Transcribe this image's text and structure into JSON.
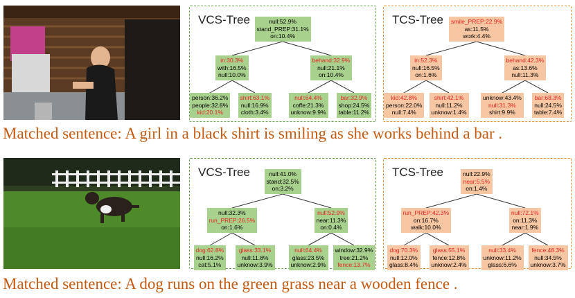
{
  "rows": [
    {
      "caption": "Matched sentence: A girl in a black shirt is smiling as she works behind a bar .",
      "vcs": {
        "title": "VCS-Tree",
        "root": [
          "null:52.9%",
          "stand_PREP:31.1%",
          "on:10.4%"
        ],
        "left": [
          "in:30.3%",
          "with:16.5%",
          "null:10.0%"
        ],
        "right": [
          "behand:32.9%",
          "null:21.1%",
          "on:10.4%"
        ],
        "ll": [
          "person:36.2%",
          "people:32.8%",
          "kid:20.1%"
        ],
        "lr": [
          "shirt:63.1%",
          "null:16.9%",
          "cloth:3.4%"
        ],
        "rl": [
          "null:64.4%",
          "coffe:21.3%",
          "unknow:9.9%"
        ],
        "rr": [
          "bar:32.9%",
          "shop:24.5%",
          "table:11.2%"
        ]
      },
      "tcs": {
        "title": "TCS-Tree",
        "root": [
          "smile_PREP:22.9%",
          "as:11.5%",
          "work:4.4%"
        ],
        "left": [
          "in:52.3%",
          "null:16.5%",
          "on:1.6%"
        ],
        "right": [
          "behand:42.3%",
          "as:13.6%",
          "null:11.3%"
        ],
        "ll": [
          "kid:42.8%",
          "person:22.0%",
          "null:7.4%"
        ],
        "lr": [
          "shirt:42.1%",
          "null:11.2%",
          "unknow:1.4%"
        ],
        "rl": [
          "unknow:43.4%",
          "null:31.3%",
          "shirt:9.9%"
        ],
        "rr": [
          "bar:68.3%",
          "null:24.5%",
          "table:7.4%"
        ]
      }
    },
    {
      "caption": "Matched sentence: A dog runs on the green grass near a wooden fence .",
      "vcs": {
        "title": "VCS-Tree",
        "root": [
          "null:41.0%",
          "stand:32.5%",
          "on:3.2%"
        ],
        "left": [
          "null:32.3%",
          "run_PREP:26.5%",
          "on:1.6%"
        ],
        "right": [
          "null:52.9%",
          "near:11.3%",
          "on:0.4%"
        ],
        "ll": [
          "dog:62.8%",
          "null:16.2%",
          "cat:5.1%"
        ],
        "lr": [
          "glass:33.1%",
          "null:11.8%",
          "unknow:3.9%"
        ],
        "rl": [
          "null:64.4%",
          "glass:23.5%",
          "unknow:2.9%"
        ],
        "rr": [
          "window:32.9%",
          "tree:21.2%",
          "fence:13.7%"
        ]
      },
      "tcs": {
        "title": "TCS-Tree",
        "root": [
          "null:22.9%",
          "near:5.5%",
          "on:1.4%"
        ],
        "left": [
          "run_PREP:42.3%",
          "on:16.7%",
          "walk:10.0%"
        ],
        "right": [
          "null:72.1%",
          "on:11.3%",
          "near:1.9%"
        ],
        "ll": [
          "dog:70.3%",
          "null:12.0%",
          "glass:8.4%"
        ],
        "lr": [
          "glass:55.1%",
          "fence:12.8%",
          "unknow:2.4%"
        ],
        "rl": [
          "null:33.4%",
          "unknow:11.2%",
          "glass:6.6%"
        ],
        "rr": [
          "fence:48.3%",
          "null:34.5%",
          "unknow:3.7%"
        ]
      }
    }
  ],
  "highlights": {
    "0.vcs.left": [
      0
    ],
    "0.vcs.right": [
      0
    ],
    "0.vcs.ll": [
      2
    ],
    "0.vcs.lr": [
      0
    ],
    "0.vcs.rl": [
      0
    ],
    "0.vcs.rr": [
      0
    ],
    "0.tcs.root": [
      0
    ],
    "0.tcs.left": [
      0
    ],
    "0.tcs.right": [
      0
    ],
    "0.tcs.ll": [
      0
    ],
    "0.tcs.lr": [
      0
    ],
    "0.tcs.rl": [
      1
    ],
    "0.tcs.rr": [
      0
    ],
    "1.vcs.left": [
      1
    ],
    "1.vcs.right": [
      0
    ],
    "1.vcs.ll": [
      0
    ],
    "1.vcs.lr": [
      0
    ],
    "1.vcs.rl": [
      0
    ],
    "1.vcs.rr": [
      2
    ],
    "1.tcs.root": [
      1
    ],
    "1.tcs.left": [
      0
    ],
    "1.tcs.right": [
      0
    ],
    "1.tcs.ll": [
      0
    ],
    "1.tcs.lr": [
      0
    ],
    "1.tcs.rl": [
      0
    ],
    "1.tcs.rr": [
      0
    ]
  },
  "colors": {
    "vcs_node": "#a9d18e",
    "tcs_node": "#f7c6a3",
    "highlight_text": "#e8231e",
    "caption": "#c55a11",
    "vcs_border": "#6aa84f",
    "tcs_border": "#e69138"
  }
}
